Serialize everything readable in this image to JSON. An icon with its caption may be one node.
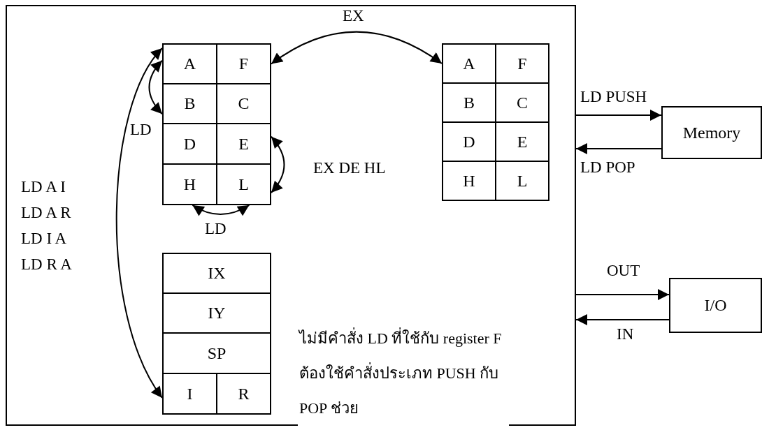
{
  "diagram": {
    "nodes": [
      {
        "text": [],
        "shape": "box"
      },
      {
        "text": [
          "A"
        ],
        "in": 0
      },
      {
        "text": [
          "F"
        ],
        "in": 0
      },
      {
        "text": [
          "B"
        ],
        "in": 0
      },
      {
        "text": [
          "C"
        ],
        "in": 0
      },
      {
        "text": [
          "D"
        ],
        "in": 0
      },
      {
        "text": [
          "E"
        ],
        "in": 0
      },
      {
        "text": [
          "H"
        ],
        "in": 0
      },
      {
        "text": [
          "L"
        ],
        "in": 0
      },
      {
        "text": [
          "A"
        ],
        "in": 0
      },
      {
        "text": [
          "F"
        ],
        "in": 0
      },
      {
        "text": [
          "B"
        ],
        "in": 0
      },
      {
        "text": [
          "C"
        ],
        "in": 0
      },
      {
        "text": [
          "D"
        ],
        "in": 0
      },
      {
        "text": [
          "E"
        ],
        "in": 0
      },
      {
        "text": [
          "H"
        ],
        "in": 0
      },
      {
        "text": [
          "L"
        ],
        "in": 0
      },
      {
        "text": [
          "Memory"
        ]
      },
      {
        "text": [
          "IX"
        ],
        "in": 0
      },
      {
        "text": [
          "IY"
        ],
        "in": 0
      },
      {
        "text": [
          "SP"
        ],
        "in": 0
      },
      {
        "text": [
          "I"
        ],
        "in": 0
      },
      {
        "text": [
          "R"
        ],
        "in": 0
      },
      {
        "text": [
          "I/O"
        ]
      }
    ],
    "edges": [
      {
        "from": 2,
        "to": 9,
        "arrow": "both",
        "label": "EX"
      },
      {
        "from": 1,
        "to": 3,
        "arrow": "both",
        "label": "LD"
      },
      {
        "from": 6,
        "to": 8,
        "arrow": "both",
        "label": "EX DE HL"
      },
      {
        "from": 7,
        "to": 8,
        "arrow": "both",
        "label": "LD"
      },
      {
        "from": 1,
        "to": 21,
        "arrow": "both"
      },
      {
        "from": 0,
        "to": 17,
        "arrow": "to",
        "label": "LD PUSH"
      },
      {
        "from": 17,
        "to": 0,
        "arrow": "to",
        "label": "LD POP"
      },
      {
        "from": 0,
        "to": 23,
        "arrow": "to",
        "label": "OUT"
      },
      {
        "from": 23,
        "to": 0,
        "arrow": "to",
        "label": "IN"
      }
    ],
    "labels": [
      "LD A I",
      "LD A R",
      "LD I A",
      "LD R A",
      "ไม่มีคำสั่ง LD ที่ใช้กับ register F ต้องใช้คำสั่งประเภท PUSH กับ POP ช่วย"
    ]
  }
}
